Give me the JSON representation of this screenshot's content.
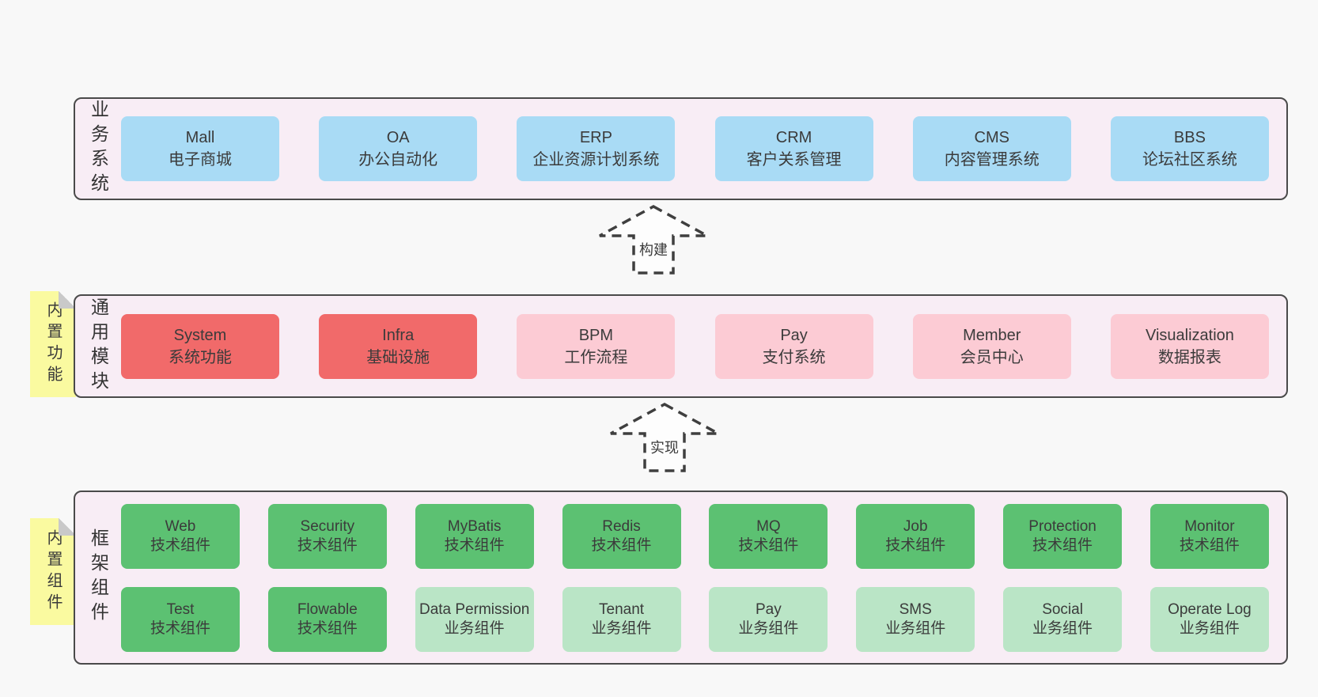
{
  "colors": {
    "page_bg": "#f8f8f8",
    "band_bg": "#f8edf5",
    "band_border": "#4a4a4a",
    "system_blue": "#a9dbf5",
    "module_red": "#f16a6a",
    "module_pink": "#fccbd4",
    "tech_green": "#5cc172",
    "biz_green": "#bae5c6",
    "note_yellow": "#fafaa0",
    "arrow_dash": "#3f3f3f",
    "text": "#3b3b3b"
  },
  "arrows": [
    {
      "label": "构建"
    },
    {
      "label": "实现"
    }
  ],
  "bands": [
    {
      "label": "业务系统",
      "boxes": [
        {
          "title": "Mall",
          "subtitle": "电子商城",
          "variant": "blue"
        },
        {
          "title": "OA",
          "subtitle": "办公自动化",
          "variant": "blue"
        },
        {
          "title": "ERP",
          "subtitle": "企业资源计划系统",
          "variant": "blue"
        },
        {
          "title": "CRM",
          "subtitle": "客户关系管理",
          "variant": "blue"
        },
        {
          "title": "CMS",
          "subtitle": "内容管理系统",
          "variant": "blue"
        },
        {
          "title": "BBS",
          "subtitle": "论坛社区系统",
          "variant": "blue"
        }
      ]
    },
    {
      "label": "通用模块",
      "note": "内置功能",
      "boxes": [
        {
          "title": "System",
          "subtitle": "系统功能",
          "variant": "red"
        },
        {
          "title": "Infra",
          "subtitle": "基础设施",
          "variant": "red"
        },
        {
          "title": "BPM",
          "subtitle": "工作流程",
          "variant": "pink"
        },
        {
          "title": "Pay",
          "subtitle": "支付系统",
          "variant": "pink"
        },
        {
          "title": "Member",
          "subtitle": "会员中心",
          "variant": "pink"
        },
        {
          "title": "Visualization",
          "subtitle": "数据报表",
          "variant": "pink"
        }
      ]
    },
    {
      "label": "框架组件",
      "note": "内置组件",
      "rows": [
        [
          {
            "title": "Web",
            "subtitle": "技术组件",
            "variant": "green"
          },
          {
            "title": "Security",
            "subtitle": "技术组件",
            "variant": "green"
          },
          {
            "title": "MyBatis",
            "subtitle": "技术组件",
            "variant": "green"
          },
          {
            "title": "Redis",
            "subtitle": "技术组件",
            "variant": "green"
          },
          {
            "title": "MQ",
            "subtitle": "技术组件",
            "variant": "green"
          },
          {
            "title": "Job",
            "subtitle": "技术组件",
            "variant": "green"
          },
          {
            "title": "Protection",
            "subtitle": "技术组件",
            "variant": "green"
          },
          {
            "title": "Monitor",
            "subtitle": "技术组件",
            "variant": "green"
          }
        ],
        [
          {
            "title": "Test",
            "subtitle": "技术组件",
            "variant": "green"
          },
          {
            "title": "Flowable",
            "subtitle": "技术组件",
            "variant": "green"
          },
          {
            "title": "Data Permission",
            "subtitle": "业务组件",
            "variant": "green-light"
          },
          {
            "title": "Tenant",
            "subtitle": "业务组件",
            "variant": "green-light"
          },
          {
            "title": "Pay",
            "subtitle": "业务组件",
            "variant": "green-light"
          },
          {
            "title": "SMS",
            "subtitle": "业务组件",
            "variant": "green-light"
          },
          {
            "title": "Social",
            "subtitle": "业务组件",
            "variant": "green-light"
          },
          {
            "title": "Operate Log",
            "subtitle": "业务组件",
            "variant": "green-light"
          }
        ]
      ]
    }
  ]
}
